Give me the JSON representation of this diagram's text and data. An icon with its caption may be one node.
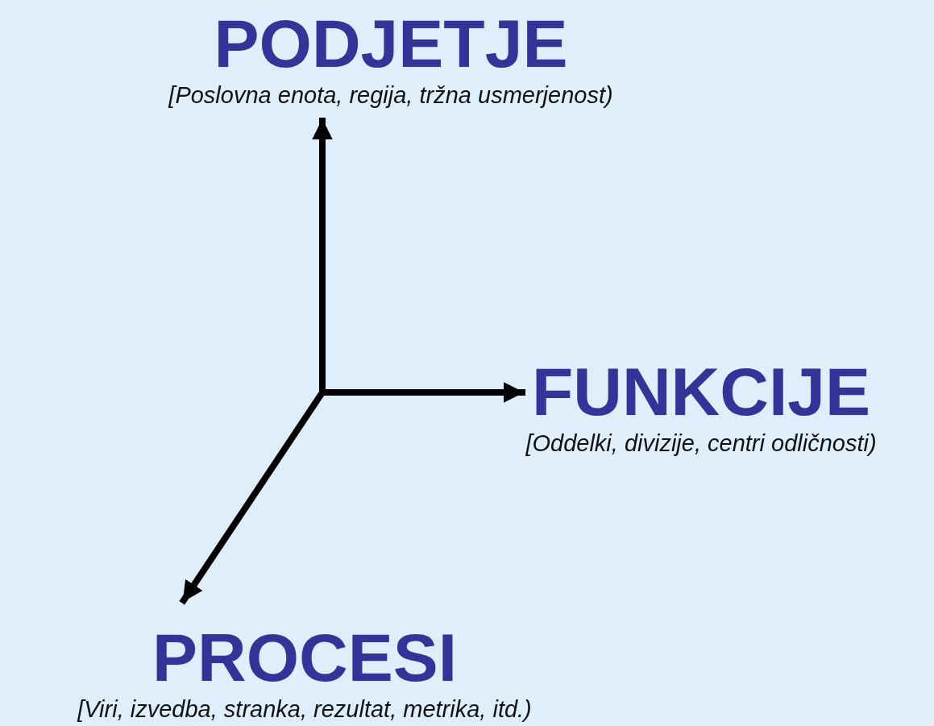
{
  "diagram": {
    "nodes": [
      {
        "text": [
          "PODJETJE",
          "[Poslovna enota, regija, tržna usmerjenost)"
        ]
      },
      {
        "text": [
          "FUNKCIJE",
          "[Oddelki, divizije, centri odličnosti)"
        ]
      },
      {
        "text": [
          "PROCESI",
          "[Viri, izvedba, stranka, rezultat, metrika, itd.)"
        ]
      }
    ],
    "edges": [
      {
        "from": null,
        "to": 0,
        "arrow": "to"
      },
      {
        "from": null,
        "to": 1,
        "arrow": "to"
      },
      {
        "from": null,
        "to": 2,
        "arrow": "to"
      }
    ]
  }
}
